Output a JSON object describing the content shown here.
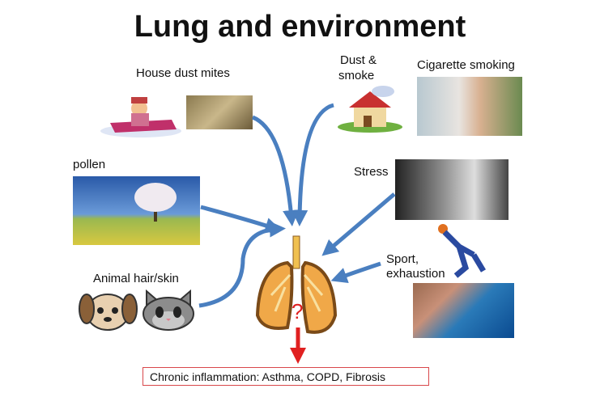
{
  "title": "Lung and environment",
  "factors": {
    "house_dust_mites": "House dust mites",
    "dust_smoke_line1": "Dust &",
    "dust_smoke_line2": "smoke",
    "cigarette": "Cigarette smoking",
    "pollen": "pollen",
    "stress": "Stress",
    "animal": "Animal hair/skin",
    "sport_line1": "Sport,",
    "sport_line2": "exhaustion"
  },
  "center": {
    "question_mark": "?"
  },
  "outcome": "Chronic inflammation: Asthma, COPD, Fibrosis",
  "colors": {
    "arrow": "#4a7fc0",
    "outcome": "#e02020",
    "lung": "#f0a848"
  }
}
